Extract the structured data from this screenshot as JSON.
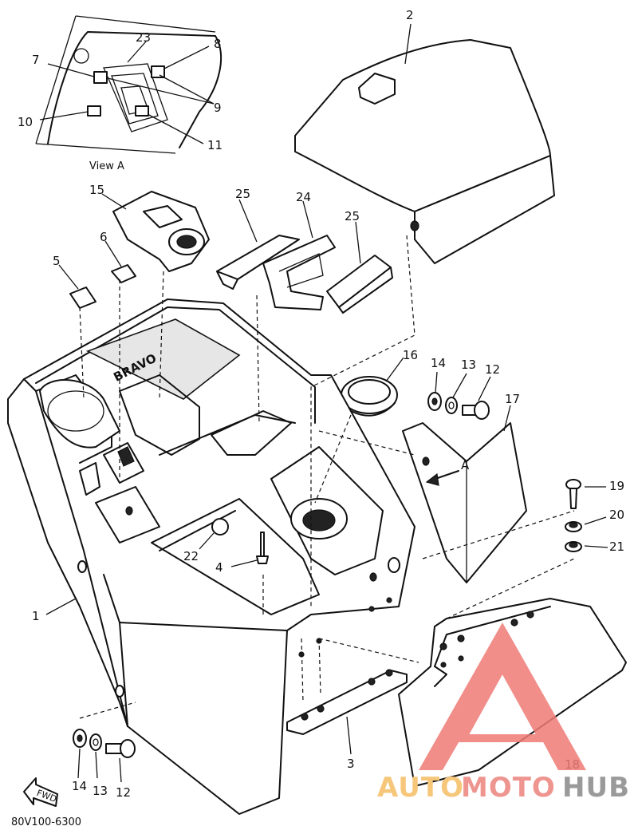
{
  "diagram": {
    "view_label": "View A",
    "part_code": "80V100-6300",
    "brand_on_part": "BRAVO",
    "fwd_label": "FWD",
    "arrow_a_label": "A",
    "callouts": {
      "c1": "1",
      "c2": "2",
      "c3": "3",
      "c4": "4",
      "c5": "5",
      "c6": "6",
      "c7": "7",
      "c8": "8",
      "c9": "9",
      "c10": "10",
      "c11": "11",
      "c12a": "12",
      "c12b": "12",
      "c13a": "13",
      "c13b": "13",
      "c14a": "14",
      "c14b": "14",
      "c15": "15",
      "c16": "16",
      "c17": "17",
      "c18": "18",
      "c19": "19",
      "c20": "20",
      "c21": "21",
      "c22": "22",
      "c23": "23",
      "c24": "24",
      "c25a": "25",
      "c25b": "25"
    }
  },
  "watermark": {
    "part1": "AUTO",
    "part2": "MOTO",
    "part3": "HUB",
    "colors": {
      "auto": "#f6c77a",
      "moto": "#ef9590",
      "hub": "#9a9a9a",
      "triangle": "#ef7b75"
    }
  }
}
